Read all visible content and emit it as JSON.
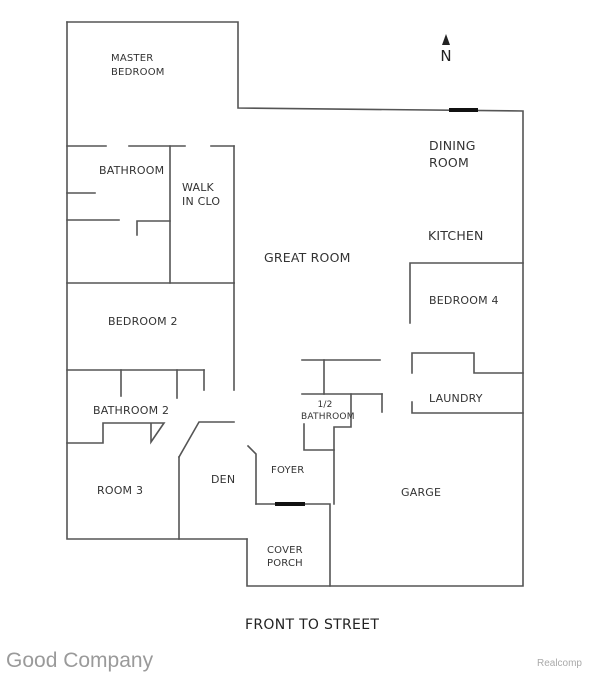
{
  "plan": {
    "compass": {
      "label": "N",
      "direction": "up"
    },
    "rooms": [
      {
        "id": "master-bedroom",
        "lines": [
          "MASTER",
          "BEDROOM"
        ]
      },
      {
        "id": "bathroom",
        "lines": [
          "BATHROOM"
        ]
      },
      {
        "id": "walk-in-closet",
        "lines": [
          "WALK",
          "IN CLO"
        ]
      },
      {
        "id": "dining-room",
        "lines": [
          "DINING",
          "ROOM"
        ]
      },
      {
        "id": "kitchen",
        "lines": [
          "KITCHEN"
        ]
      },
      {
        "id": "great-room",
        "lines": [
          "GREAT ROOM"
        ]
      },
      {
        "id": "bedroom-2",
        "lines": [
          "BEDROOM 2"
        ]
      },
      {
        "id": "bedroom-4",
        "lines": [
          "BEDROOM 4"
        ]
      },
      {
        "id": "bathroom-2",
        "lines": [
          "BATHROOM 2"
        ]
      },
      {
        "id": "half-bathroom",
        "lines": [
          "1/2",
          "BATHROOM"
        ]
      },
      {
        "id": "laundry",
        "lines": [
          "LAUNDRY"
        ]
      },
      {
        "id": "room-3",
        "lines": [
          "ROOM 3"
        ]
      },
      {
        "id": "den",
        "lines": [
          "DEN"
        ]
      },
      {
        "id": "foyer",
        "lines": [
          "FOYER"
        ]
      },
      {
        "id": "garage",
        "lines": [
          "GARGE"
        ]
      },
      {
        "id": "cover-porch",
        "lines": [
          "COVER",
          "PORCH"
        ]
      }
    ],
    "street_label": "FRONT TO STREET"
  },
  "watermarks": {
    "left": "Good Company",
    "right": "Realcomp"
  },
  "colors": {
    "wall": "#555555",
    "door": "#111111",
    "text": "#333333",
    "watermark": "#9a9a9a"
  }
}
